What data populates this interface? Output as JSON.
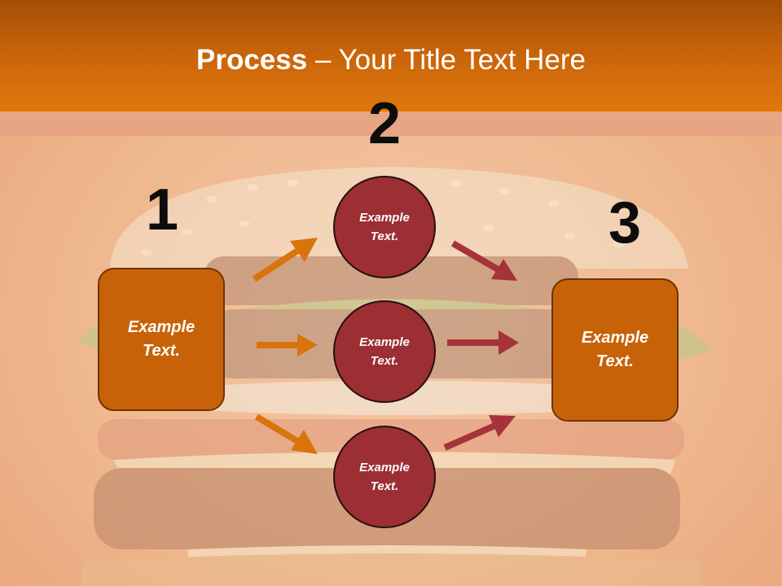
{
  "slide": {
    "title_bold": "Process",
    "title_rest": " – Your Title Text Here"
  },
  "steps": {
    "one": {
      "number": "1",
      "text": "Example Text."
    },
    "two": {
      "number": "2"
    },
    "three": {
      "number": "3",
      "text": "Example Text."
    }
  },
  "circles": [
    {
      "text": "Example Text."
    },
    {
      "text": "Example Text."
    },
    {
      "text": "Example Text."
    }
  ],
  "colors": {
    "header": "#c76209",
    "box_fill": "#c86208",
    "circle_fill": "#9b2f34",
    "arrow_orange": "#d9730c",
    "arrow_red": "#a5333a"
  },
  "background_image": "burger-photo"
}
